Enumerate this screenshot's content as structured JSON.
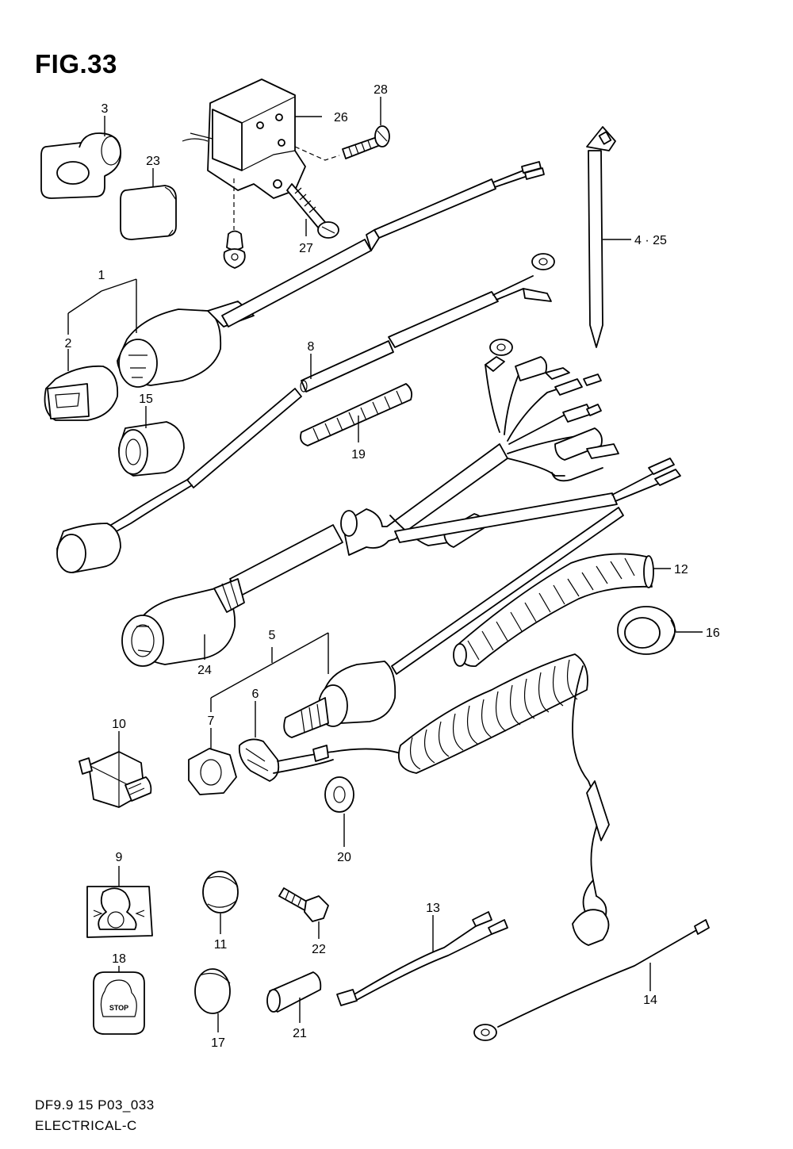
{
  "figure": {
    "title": "FIG.33",
    "code": "DF9.9 15 P03_033",
    "section": "ELECTRICAL-C"
  },
  "callouts": [
    {
      "id": "1",
      "text": "1"
    },
    {
      "id": "2",
      "text": "2"
    },
    {
      "id": "3",
      "text": "3"
    },
    {
      "id": "4-25",
      "text": "4 · 25"
    },
    {
      "id": "5",
      "text": "5"
    },
    {
      "id": "6",
      "text": "6"
    },
    {
      "id": "7",
      "text": "7"
    },
    {
      "id": "8",
      "text": "8"
    },
    {
      "id": "9",
      "text": "9"
    },
    {
      "id": "10",
      "text": "10"
    },
    {
      "id": "11",
      "text": "11"
    },
    {
      "id": "12",
      "text": "12"
    },
    {
      "id": "13",
      "text": "13"
    },
    {
      "id": "14",
      "text": "14"
    },
    {
      "id": "15",
      "text": "15"
    },
    {
      "id": "16",
      "text": "16"
    },
    {
      "id": "17",
      "text": "17"
    },
    {
      "id": "18",
      "text": "18"
    },
    {
      "id": "19",
      "text": "19"
    },
    {
      "id": "20",
      "text": "20"
    },
    {
      "id": "21",
      "text": "21"
    },
    {
      "id": "22",
      "text": "22"
    },
    {
      "id": "23",
      "text": "23"
    },
    {
      "id": "24",
      "text": "24"
    },
    {
      "id": "26",
      "text": "26"
    },
    {
      "id": "27",
      "text": "27"
    },
    {
      "id": "28",
      "text": "28"
    }
  ],
  "button_text": {
    "stop": "STOP"
  }
}
